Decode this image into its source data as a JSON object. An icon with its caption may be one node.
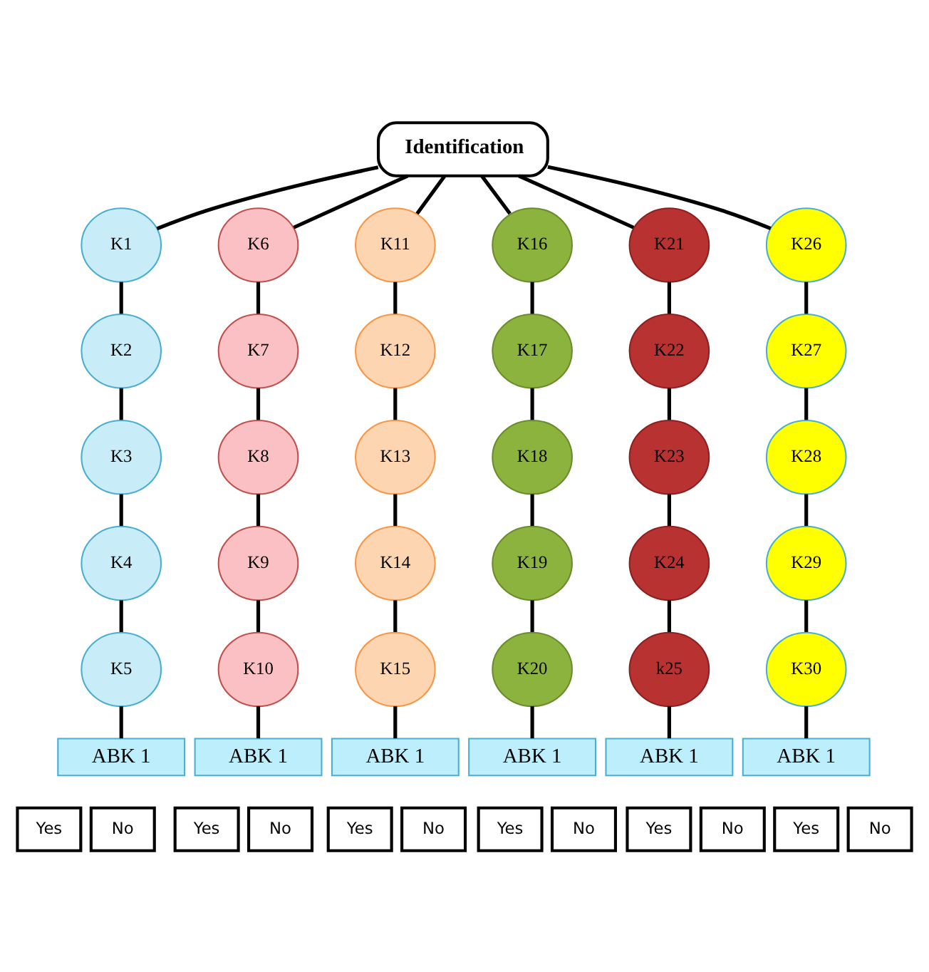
{
  "diagram": {
    "nodes": [
      {
        "text": [
          "Identification"
        ]
      },
      {
        "text": [
          "K1"
        ]
      },
      {
        "text": [
          "K2"
        ]
      },
      {
        "text": [
          "K3"
        ]
      },
      {
        "text": [
          "K4"
        ]
      },
      {
        "text": [
          "K5"
        ]
      },
      {
        "text": [
          "ABK 1"
        ]
      },
      {
        "text": [
          "Yes"
        ]
      },
      {
        "text": [
          "No"
        ]
      },
      {
        "text": [
          "K6"
        ]
      },
      {
        "text": [
          "K7"
        ]
      },
      {
        "text": [
          "K8"
        ]
      },
      {
        "text": [
          "K9"
        ]
      },
      {
        "text": [
          "K10"
        ]
      },
      {
        "text": [
          "ABK 1"
        ]
      },
      {
        "text": [
          "Yes"
        ]
      },
      {
        "text": [
          "No"
        ]
      },
      {
        "text": [
          "K11"
        ]
      },
      {
        "text": [
          "K12"
        ]
      },
      {
        "text": [
          "K13"
        ]
      },
      {
        "text": [
          "K14"
        ]
      },
      {
        "text": [
          "K15"
        ]
      },
      {
        "text": [
          "ABK 1"
        ]
      },
      {
        "text": [
          "Yes"
        ]
      },
      {
        "text": [
          "No"
        ]
      },
      {
        "text": [
          "K16"
        ]
      },
      {
        "text": [
          "K17"
        ]
      },
      {
        "text": [
          "K18"
        ]
      },
      {
        "text": [
          "K19"
        ]
      },
      {
        "text": [
          "K20"
        ]
      },
      {
        "text": [
          "ABK 1"
        ]
      },
      {
        "text": [
          "Yes"
        ]
      },
      {
        "text": [
          "No"
        ]
      },
      {
        "text": [
          "K21"
        ]
      },
      {
        "text": [
          "K22"
        ]
      },
      {
        "text": [
          "K23"
        ]
      },
      {
        "text": [
          "K24"
        ]
      },
      {
        "text": [
          "k25"
        ]
      },
      {
        "text": [
          "ABK 1"
        ]
      },
      {
        "text": [
          "Yes"
        ]
      },
      {
        "text": [
          "No"
        ]
      },
      {
        "text": [
          "K26"
        ]
      },
      {
        "text": [
          "K27"
        ]
      },
      {
        "text": [
          "K28"
        ]
      },
      {
        "text": [
          "K29"
        ]
      },
      {
        "text": [
          "K30"
        ]
      },
      {
        "text": [
          "ABK 1"
        ]
      },
      {
        "text": [
          "Yes"
        ]
      },
      {
        "text": [
          "No"
        ]
      }
    ],
    "edges": [
      {
        "from": 0,
        "to": 1,
        "arrow": "none"
      },
      {
        "from": 0,
        "to": 9,
        "arrow": "none"
      },
      {
        "from": 0,
        "to": 17,
        "arrow": "none"
      },
      {
        "from": 0,
        "to": 25,
        "arrow": "none"
      },
      {
        "from": 0,
        "to": 33,
        "arrow": "none"
      },
      {
        "from": 0,
        "to": 41,
        "arrow": "none"
      },
      {
        "from": 1,
        "to": 2,
        "arrow": "none"
      },
      {
        "from": 2,
        "to": 3,
        "arrow": "none"
      },
      {
        "from": 3,
        "to": 4,
        "arrow": "none"
      },
      {
        "from": 4,
        "to": 5,
        "arrow": "none"
      },
      {
        "from": 5,
        "to": 6,
        "arrow": "none"
      },
      {
        "from": 9,
        "to": 10,
        "arrow": "none"
      },
      {
        "from": 10,
        "to": 11,
        "arrow": "none"
      },
      {
        "from": 11,
        "to": 12,
        "arrow": "none"
      },
      {
        "from": 12,
        "to": 13,
        "arrow": "none"
      },
      {
        "from": 13,
        "to": 14,
        "arrow": "none"
      },
      {
        "from": 17,
        "to": 18,
        "arrow": "none"
      },
      {
        "from": 18,
        "to": 19,
        "arrow": "none"
      },
      {
        "from": 19,
        "to": 20,
        "arrow": "none"
      },
      {
        "from": 20,
        "to": 21,
        "arrow": "none"
      },
      {
        "from": 21,
        "to": 22,
        "arrow": "none"
      },
      {
        "from": 25,
        "to": 26,
        "arrow": "none"
      },
      {
        "from": 26,
        "to": 27,
        "arrow": "none"
      },
      {
        "from": 27,
        "to": 28,
        "arrow": "none"
      },
      {
        "from": 28,
        "to": 29,
        "arrow": "none"
      },
      {
        "from": 29,
        "to": 30,
        "arrow": "none"
      },
      {
        "from": 33,
        "to": 34,
        "arrow": "none"
      },
      {
        "from": 34,
        "to": 35,
        "arrow": "none"
      },
      {
        "from": 35,
        "to": 36,
        "arrow": "none"
      },
      {
        "from": 36,
        "to": 37,
        "arrow": "none"
      },
      {
        "from": 37,
        "to": 38,
        "arrow": "none"
      },
      {
        "from": 41,
        "to": 42,
        "arrow": "none"
      },
      {
        "from": 42,
        "to": 43,
        "arrow": "none"
      },
      {
        "from": 43,
        "to": 44,
        "arrow": "none"
      },
      {
        "from": 44,
        "to": 45,
        "arrow": "none"
      },
      {
        "from": 45,
        "to": 46,
        "arrow": "none"
      }
    ]
  }
}
